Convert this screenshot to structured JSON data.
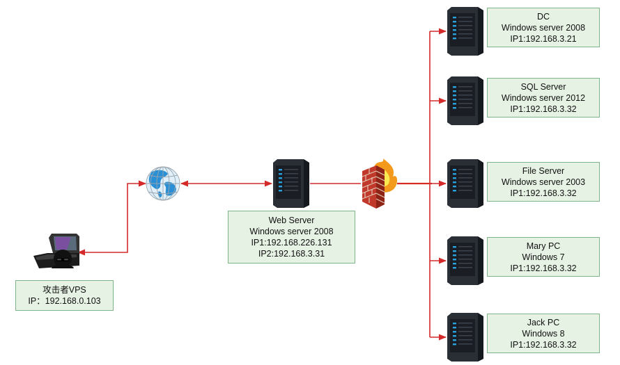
{
  "colors": {
    "connector": "#d42a2a",
    "label_fill": "#e6f2e4",
    "label_border": "#7fb38a",
    "server_body": "#2a2f36",
    "server_light": "#27a3e0"
  },
  "attacker": {
    "icon": "hacker-laptop-icon",
    "lines": [
      "攻击者VPS",
      "IP：192.168.0.103"
    ]
  },
  "internet": {
    "icon": "globe-icon"
  },
  "web_server": {
    "icon": "server-icon",
    "lines": [
      "Web Server",
      "Windows server 2008",
      "IP1:192.168.226.131",
      "IP2:192.168.3.31"
    ]
  },
  "firewall": {
    "icon": "firewall-icon"
  },
  "internal_hosts": [
    {
      "icon": "server-icon",
      "lines": [
        "DC",
        "Windows server 2008",
        "IP1:192.168.3.21"
      ]
    },
    {
      "icon": "server-icon",
      "lines": [
        "SQL Server",
        "Windows server 2012",
        "IP1:192.168.3.32"
      ]
    },
    {
      "icon": "server-icon",
      "lines": [
        "File Server",
        "Windows server 2003",
        "IP1:192.168.3.32"
      ]
    },
    {
      "icon": "server-icon",
      "lines": [
        "Mary PC",
        "Windows 7",
        "IP1:192.168.3.32"
      ]
    },
    {
      "icon": "server-icon",
      "lines": [
        "Jack PC",
        "Windows 8",
        "IP1:192.168.3.32"
      ]
    }
  ]
}
